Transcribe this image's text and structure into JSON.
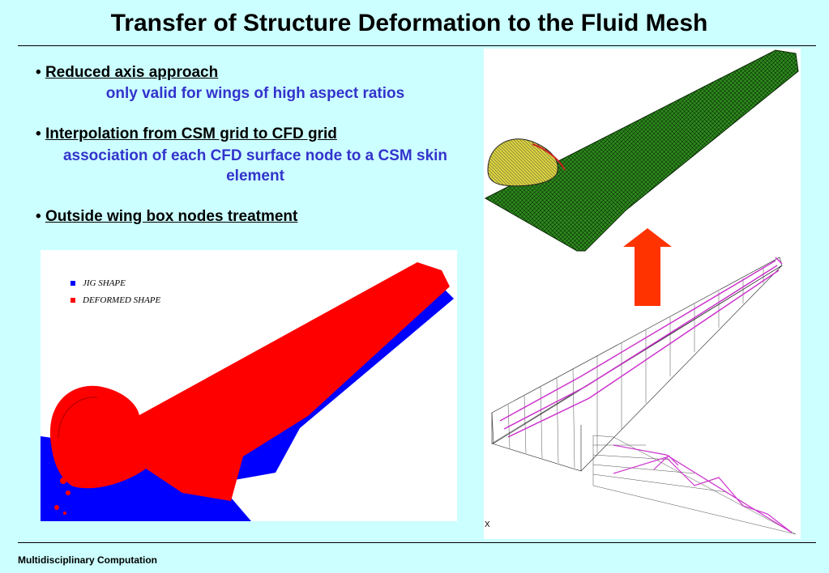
{
  "title": "Transfer of Structure Deformation to the Fluid Mesh",
  "bullets": [
    {
      "head": "Reduced axis approach",
      "sub": "only valid for wings of high aspect ratios"
    },
    {
      "head": "Interpolation from CSM grid to CFD grid",
      "sub": "association of each CFD surface node to a CSM skin element"
    },
    {
      "head": "Outside wing  box nodes treatment"
    }
  ],
  "bullet_char": "•",
  "legend": [
    {
      "label": "JIG SHAPE",
      "color": "#0000ff"
    },
    {
      "label": "DEFORMED SHAPE",
      "color": "#ff0000"
    }
  ],
  "axis_label": "X",
  "footer": "Multidisciplinary Computation",
  "colors": {
    "background": "#ccffff",
    "subtext": "#3333cc",
    "arrow": "#ff3300",
    "mesh_green": "#2e8b1e",
    "mesh_magenta": "#cc33cc"
  }
}
